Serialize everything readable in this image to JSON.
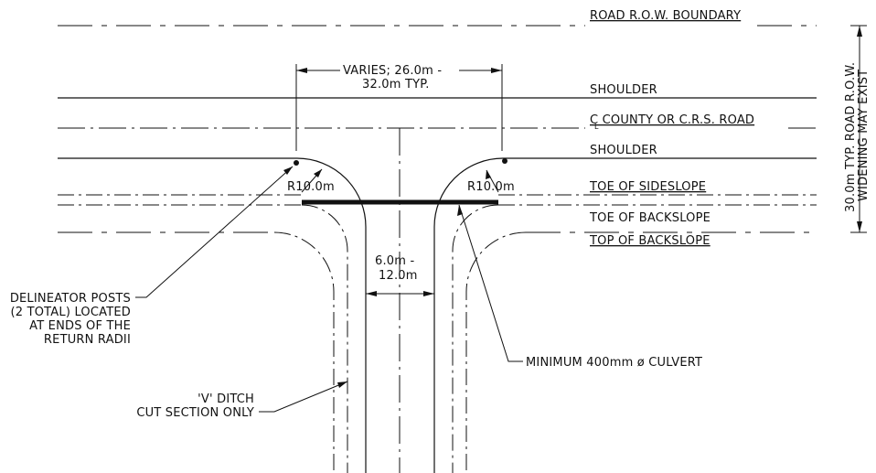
{
  "labels": {
    "row_boundary": "ROAD R.O.W. BOUNDARY",
    "shoulder_top": "SHOULDER",
    "centerline": "C COUNTY OR C.R.S. ROAD",
    "centerline_sub": "L",
    "shoulder_bottom": "SHOULDER",
    "toe_sideslope": "TOE OF SIDESLOPE",
    "toe_backslope": "TOE OF BACKSLOPE",
    "top_backslope": "TOP OF BACKSLOPE",
    "row_width_1": "30.0m TYP. ROAD R.O.W.",
    "row_width_2": "WIDENING MAY EXIST",
    "varies_1": "VARIES; 26.0m -",
    "varies_2": "32.0m TYP.",
    "radius_left": "R10.0m",
    "radius_right": "R10.0m",
    "width_1": "6.0m -",
    "width_2": "12.0m",
    "delineator_1": "DELINEATOR POSTS",
    "delineator_2": "(2 TOTAL) LOCATED",
    "delineator_3": "AT ENDS OF THE",
    "delineator_4": "RETURN RADII",
    "culvert": "MINIMUM 400mm ø CULVERT",
    "ditch_1": "'V' DITCH",
    "ditch_2": "CUT SECTION ONLY"
  }
}
